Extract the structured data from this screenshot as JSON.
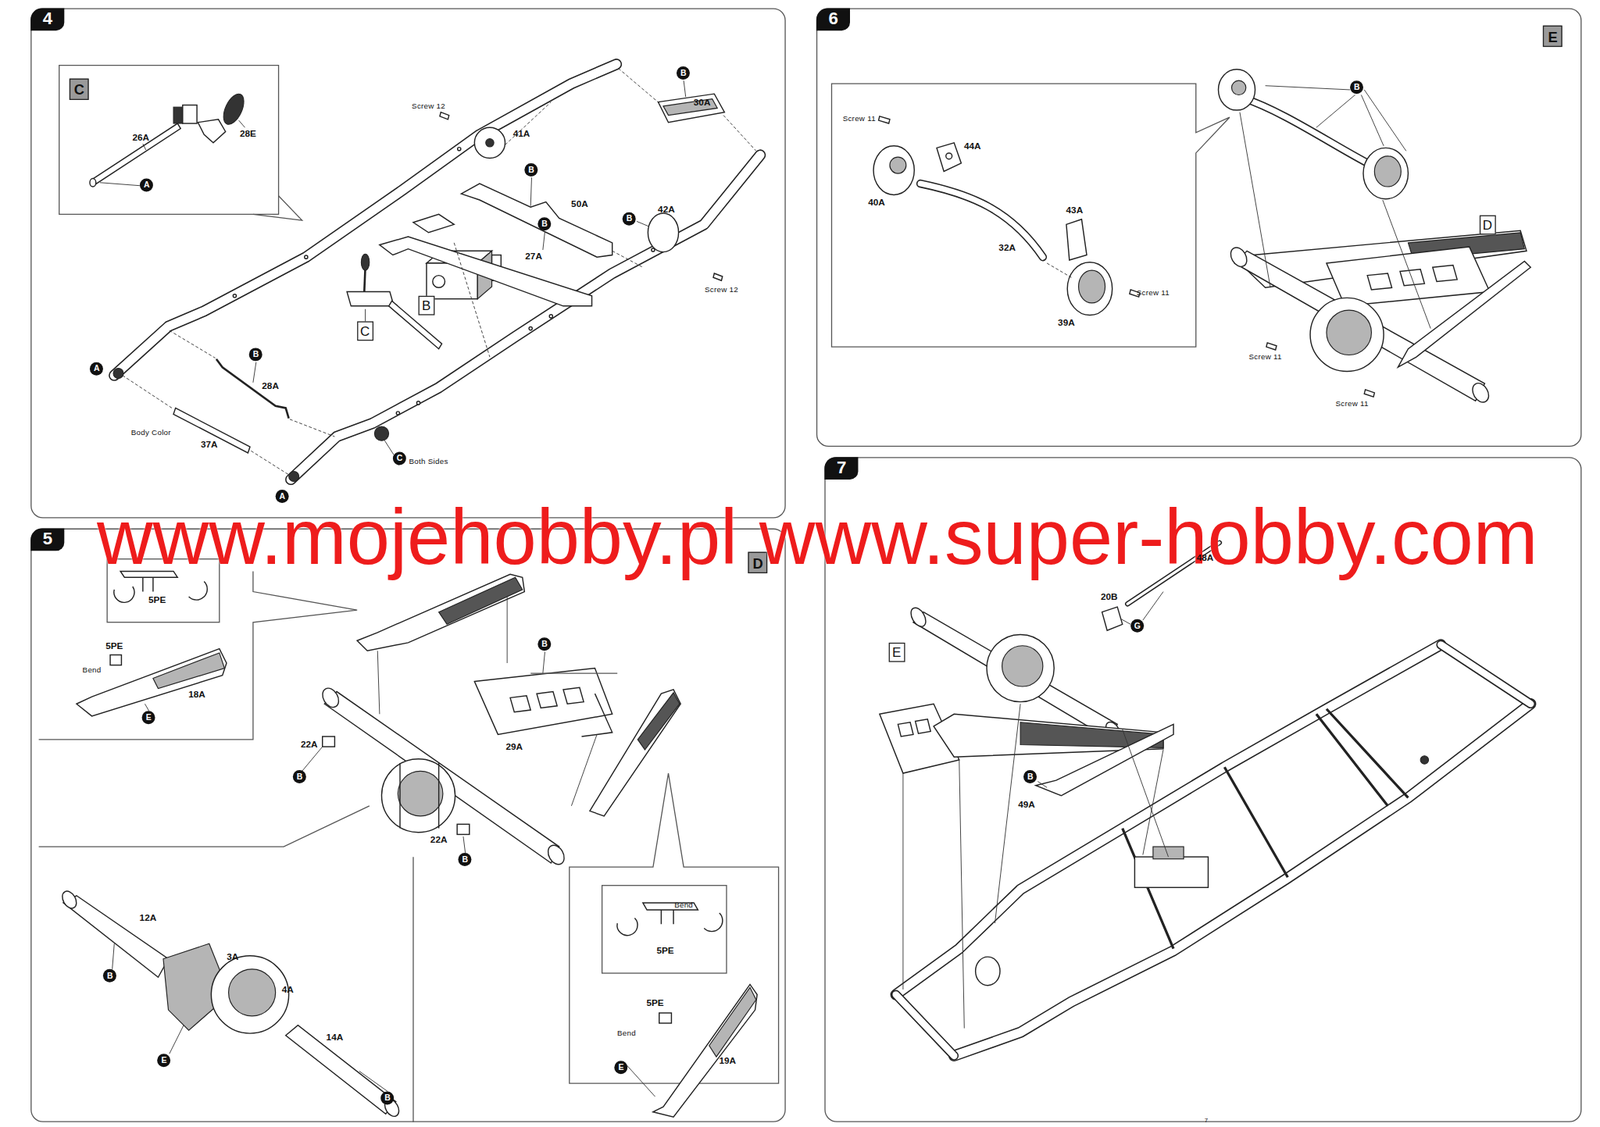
{
  "diagram": {
    "nodes": [
      {
        "text": [
          "4"
        ]
      },
      {
        "text": [
          "C"
        ],
        "in": 0
      },
      {
        "text": [
          "A"
        ],
        "in": 0
      },
      {
        "text": [
          "B"
        ],
        "in": 0
      },
      {
        "text": [
          "B"
        ],
        "in": 0
      },
      {
        "text": [
          "B"
        ],
        "in": 0
      },
      {
        "text": [
          "B"
        ],
        "in": 0
      },
      {
        "text": [
          "B"
        ],
        "in": 0
      },
      {
        "text": [
          "C"
        ],
        "in": 0
      },
      {
        "text": [
          "B"
        ],
        "in": 0
      },
      {
        "text": [
          "A"
        ],
        "in": 0
      },
      {
        "text": [
          "C"
        ],
        "in": 0
      },
      {
        "text": [
          "A"
        ],
        "in": 0
      },
      {
        "text": [
          "5"
        ]
      },
      {
        "text": [
          "D"
        ],
        "in": 13
      },
      {
        "text": [
          "E"
        ],
        "in": 13
      },
      {
        "text": [
          "B"
        ],
        "in": 13
      },
      {
        "text": [
          "B"
        ],
        "in": 13
      },
      {
        "text": [
          "B"
        ],
        "in": 13
      },
      {
        "text": [
          "B"
        ],
        "in": 13
      },
      {
        "text": [
          "E"
        ],
        "in": 13
      },
      {
        "text": [
          "B"
        ],
        "in": 13
      },
      {
        "text": [
          "E"
        ],
        "in": 13
      },
      {
        "text": [
          "6"
        ]
      },
      {
        "text": [
          "E"
        ],
        "in": 23
      },
      {
        "text": [
          "B"
        ],
        "in": 23
      },
      {
        "text": [
          "D"
        ],
        "in": 23
      },
      {
        "text": [
          "7"
        ]
      },
      {
        "text": [
          "E"
        ],
        "in": 27
      },
      {
        "text": [
          "G"
        ],
        "in": 27
      },
      {
        "text": [
          "B"
        ],
        "in": 27
      }
    ],
    "labels": [
      "Screw 12",
      "30A",
      "41A",
      "50A",
      "42A",
      "27A",
      "26A",
      "28E",
      "28A",
      "Body Color",
      "37A",
      "Both Sides",
      "Screw 12",
      "www.mojehobby.pl www.super-hobby.com",
      "5PE",
      "5PE",
      "Bend",
      "18A",
      "22A",
      "29A",
      "22A",
      "12A",
      "3A",
      "4A",
      "14A",
      "Bend",
      "5PE",
      "5PE",
      "Bend",
      "19A",
      "Screw 11",
      "44A",
      "40A",
      "43A",
      "32A",
      "Screw 11",
      "39A",
      "Screw 11",
      "Screw 11",
      "48A",
      "20B",
      "49A",
      "7"
    ]
  }
}
